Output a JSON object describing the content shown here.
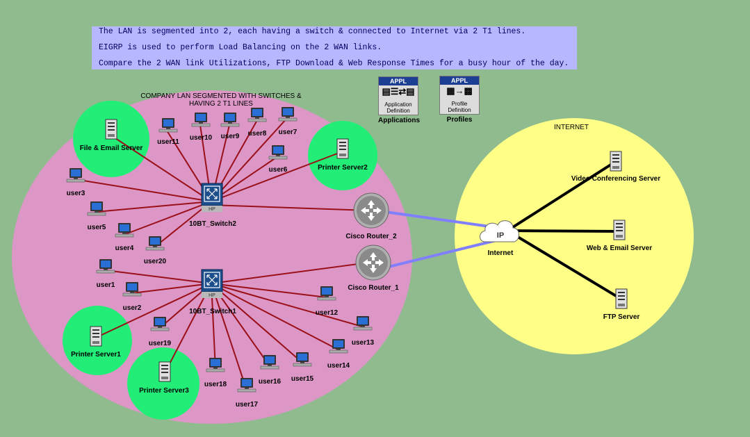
{
  "notes": [
    "The LAN is segmented into 2, each having a switch & connected to Internet via 2 T1 lines.",
    "EIGRP is used to perform Load Balancing on the 2 WAN links.",
    "Compare the 2 WAN link Utilizations, FTP Download & Web Response Times for a busy hour of the day."
  ],
  "lan_title_line1": "COMPANY LAN SEGMENTED WITH SWITCHES &",
  "lan_title_line2": "HAVING 2 T1 LINES",
  "internet_title": "INTERNET",
  "applications": {
    "badge": "APPL",
    "inner": "Application Definition",
    "label": "Applications"
  },
  "profiles": {
    "badge": "APPL",
    "inner": "Profile Definition",
    "label": "Profiles"
  },
  "switch_brand": "HP",
  "cloud_text": "IP",
  "nodes": {
    "file_server": "File & Email Server",
    "printer_server2": "Printer Server2",
    "printer_server1": "Printer Server1",
    "printer_server3": "Printer Server3",
    "switch2": "10BT_Switch2",
    "switch1": "10BT_Switch1",
    "router2": "Cisco Router_2",
    "router1": "Cisco Router_1",
    "internet": "Internet",
    "video_server": "Video Conferencing Server",
    "web_server": "Web & Email Server",
    "ftp_server": "FTP Server",
    "user1": "user1",
    "user2": "user2",
    "user3": "user3",
    "user4": "user4",
    "user5": "user5",
    "user6": "user6",
    "user7": "user7",
    "user8": "user8",
    "user9": "user9",
    "user10": "user10",
    "user11": "user11",
    "user12": "user12",
    "user13": "user13",
    "user14": "user14",
    "user15": "user15",
    "user16": "user16",
    "user17": "user17",
    "user18": "user18",
    "user19": "user19",
    "user20": "user20"
  },
  "colors": {
    "background": "#8fbb8f",
    "lan": "#dc97c6",
    "internet": "#ffff88",
    "server_zone": "#22ee77",
    "lan_link": "#9a0f18",
    "wan_link": "#8080ff",
    "internet_link": "#000000",
    "note": "#b7b7ff"
  }
}
